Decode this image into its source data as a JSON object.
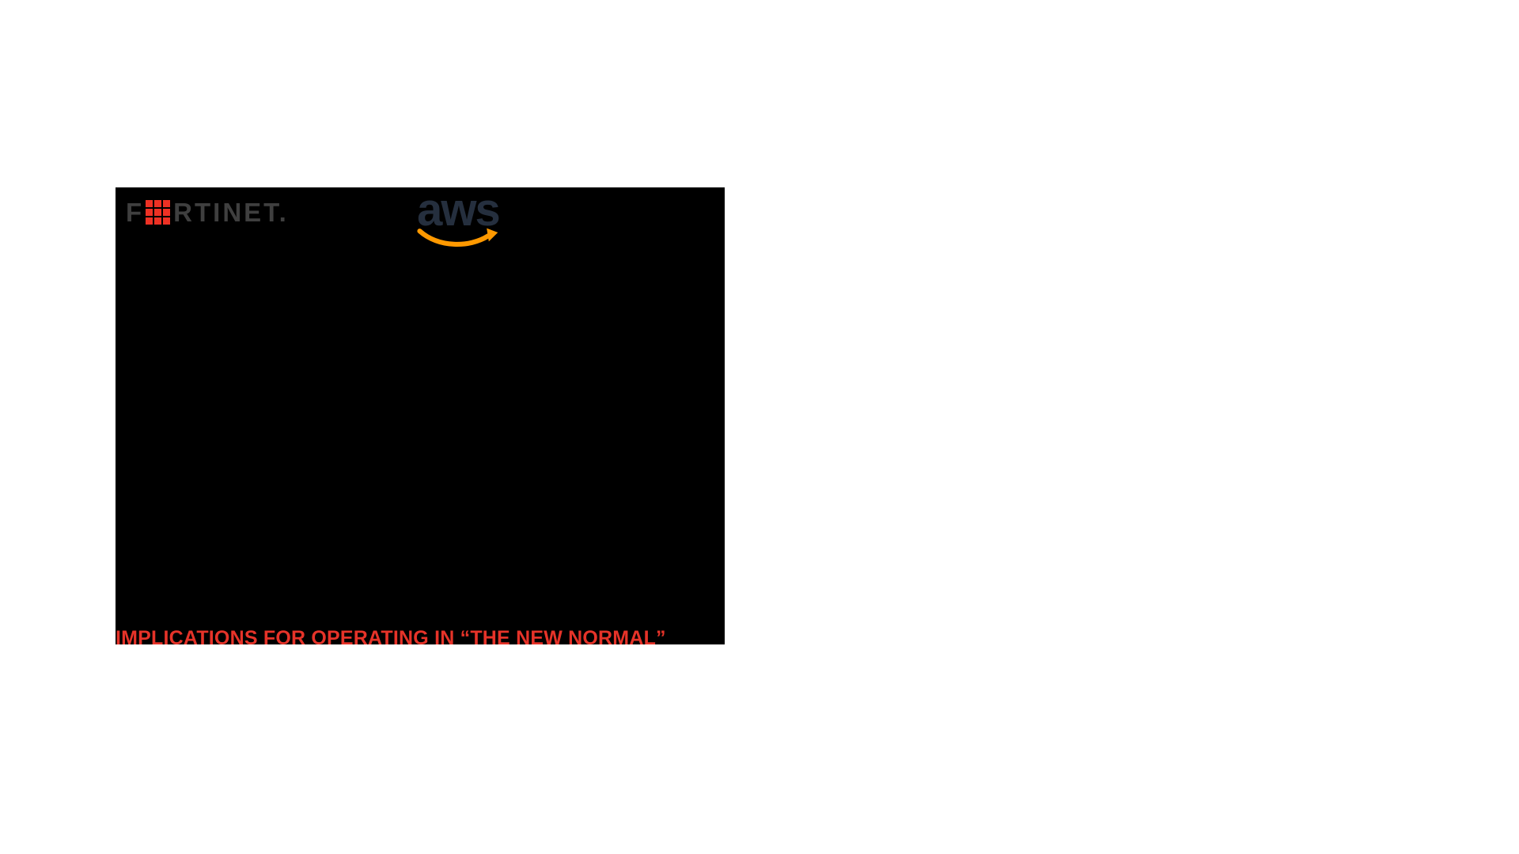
{
  "canvas": {
    "background": "#ffffff"
  },
  "slide": {
    "background": "#000000",
    "title": "IMPLICATIONS FOR OPERATING IN “THE NEW NORMAL”",
    "title_color": "#e63329"
  },
  "logos": {
    "fortinet": {
      "letter_f": "F",
      "letters_rest": "RTINET.",
      "grid_color": "#ee3124",
      "text_color": "#3f3f3f"
    },
    "aws": {
      "wordmark": "aws",
      "text_color": "#252f3e",
      "smile_color": "#ff9900"
    }
  }
}
